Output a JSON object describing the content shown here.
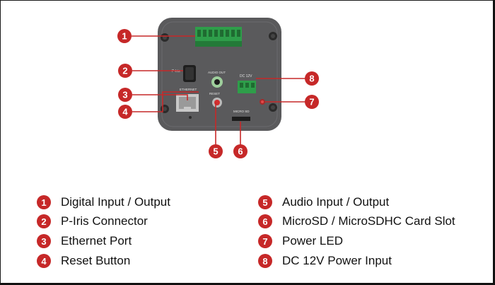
{
  "colors": {
    "callout": "#c62828",
    "camera_body": "#5a5a5c",
    "terminal": "#2e9e4a",
    "text": "#111111"
  },
  "panel_labels": {
    "piris": "P-Iris",
    "ethernet": "ETHERNET",
    "audio": "AUDIO OUT",
    "reset": "RESET",
    "dc": "DC 12V",
    "microsd": "MICRO SD"
  },
  "callouts": [
    {
      "number": "1",
      "label": "Digital Input / Output"
    },
    {
      "number": "2",
      "label": "P-Iris Connector"
    },
    {
      "number": "3",
      "label": "Ethernet Port"
    },
    {
      "number": "4",
      "label": "Reset Button"
    },
    {
      "number": "5",
      "label": "Audio Input / Output"
    },
    {
      "number": "6",
      "label": "MicroSD / MicroSDHC  Card Slot"
    },
    {
      "number": "7",
      "label": "Power LED"
    },
    {
      "number": "8",
      "label": "DC 12V Power Input"
    }
  ]
}
